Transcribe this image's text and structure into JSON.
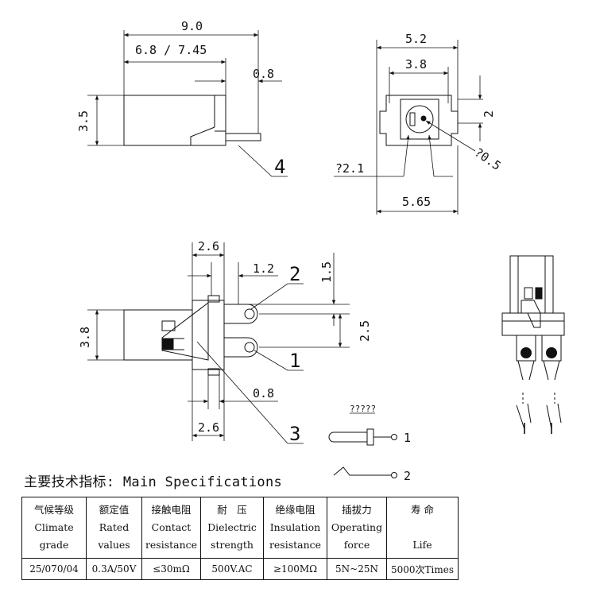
{
  "dimensions": {
    "side_length": "9.0",
    "side_segment": "6.8 / 7.45",
    "side_pin": "0.8",
    "side_height": "3.5",
    "front_width": "5.2",
    "front_inner": "3.8",
    "front_top": "2",
    "front_pin_dia": "?2.1",
    "front_hole": "?0.5",
    "front_base": "5.65",
    "top_offset": "2.6",
    "top_pin_gap": "1.2",
    "top_pin_upper": "1.5",
    "top_height": "3.8",
    "top_pitch": "2.5",
    "top_pin_lower": "0.8",
    "bottom_offset": "2.6"
  },
  "callouts": {
    "c1": "1",
    "c2": "2",
    "c3": "3",
    "c4": "4"
  },
  "schematic": {
    "label": "?????",
    "pin1": "1",
    "pin2": "2"
  },
  "specs": {
    "title": "主要技术指标: Main Specifications",
    "columns": [
      {
        "zh": "气候等级",
        "en1": "Climate",
        "en2": "grade"
      },
      {
        "zh": "额定值",
        "en1": "Rated",
        "en2": "values"
      },
      {
        "zh": "接触电阻",
        "en1": "Contact",
        "en2": "resistance"
      },
      {
        "zh": "耐　压",
        "en1": "Dielectric",
        "en2": "strength"
      },
      {
        "zh": "绝缘电阻",
        "en1": "Insulation",
        "en2": "resistance"
      },
      {
        "zh": "插拔力",
        "en1": "Operating",
        "en2": "force"
      },
      {
        "zh": "寿 命",
        "en1": "",
        "en2": "Life"
      }
    ],
    "values": [
      "25/070/04",
      "0.3A/50V",
      "≤30mΩ",
      "500V.AC",
      "≥100MΩ",
      "5N~25N",
      "5000次Times"
    ]
  }
}
